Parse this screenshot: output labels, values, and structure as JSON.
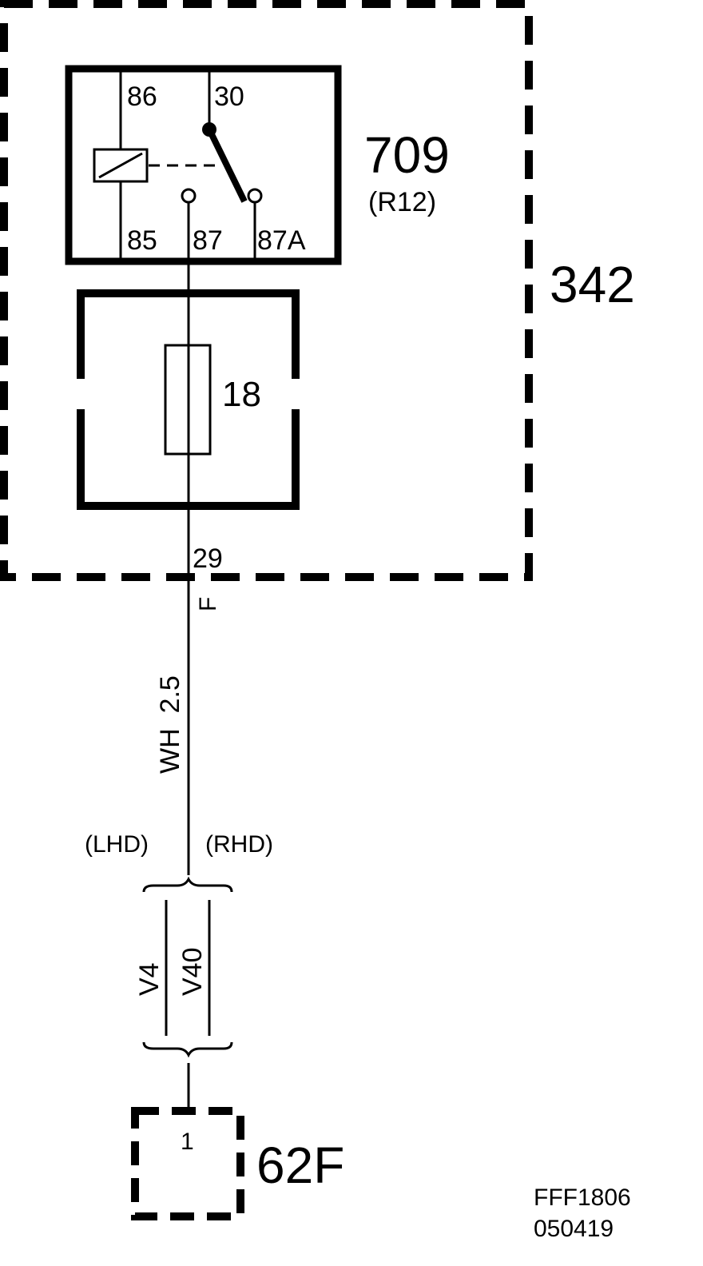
{
  "box342": {
    "label": "342"
  },
  "relay": {
    "label": "709",
    "sublabel": "(R12)",
    "pins": {
      "p86": "86",
      "p30": "30",
      "p85": "85",
      "p87": "87",
      "p87a": "87A"
    }
  },
  "fuse": {
    "label": "18"
  },
  "wire": {
    "pin": "29",
    "connector": "F",
    "spec": "WH  2.5",
    "variant_left": "(LHD)",
    "variant_right": "(RHD)",
    "branch_left": "V4",
    "branch_right": "V40"
  },
  "connector62F": {
    "label": "62F",
    "pin": "1"
  },
  "footer": {
    "code": "FFF1806",
    "date": "050419"
  }
}
